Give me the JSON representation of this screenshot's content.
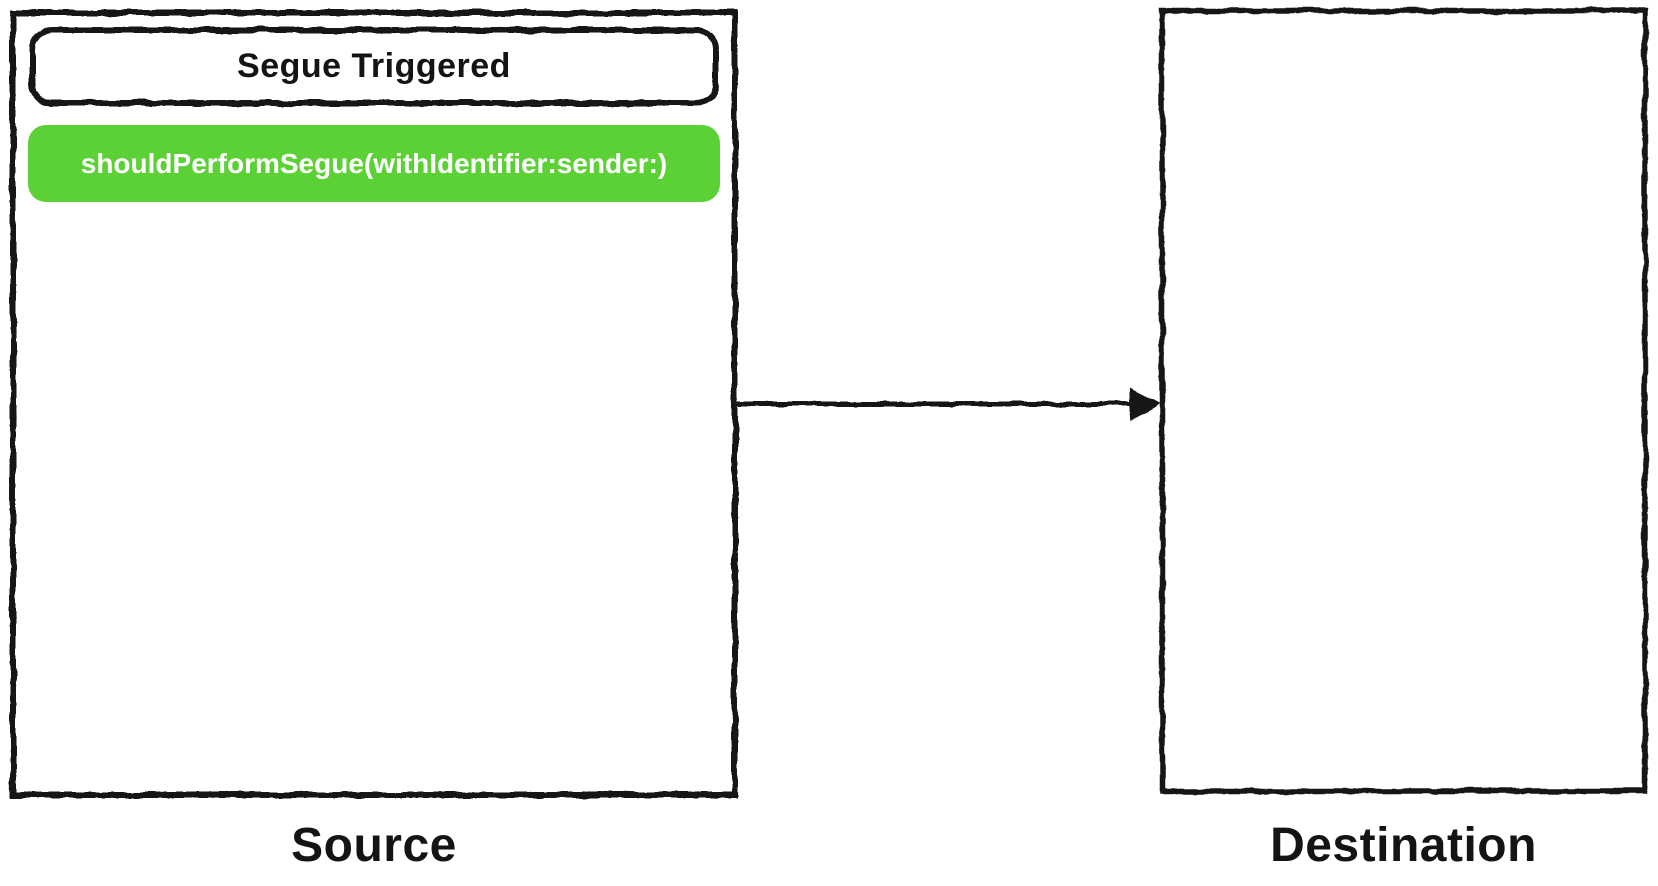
{
  "diagram": {
    "source_box": {
      "label": "Source",
      "event_title": "Segue Triggered",
      "method_call": "shouldPerformSegue(withIdentifier:sender:)"
    },
    "destination_box": {
      "label": "Destination"
    },
    "arrow": {
      "direction": "source-to-destination"
    },
    "colors": {
      "outline": "#141414",
      "method_highlight": "#5bd136",
      "method_text": "#ffffff",
      "canvas_background": "#ffffff"
    }
  }
}
